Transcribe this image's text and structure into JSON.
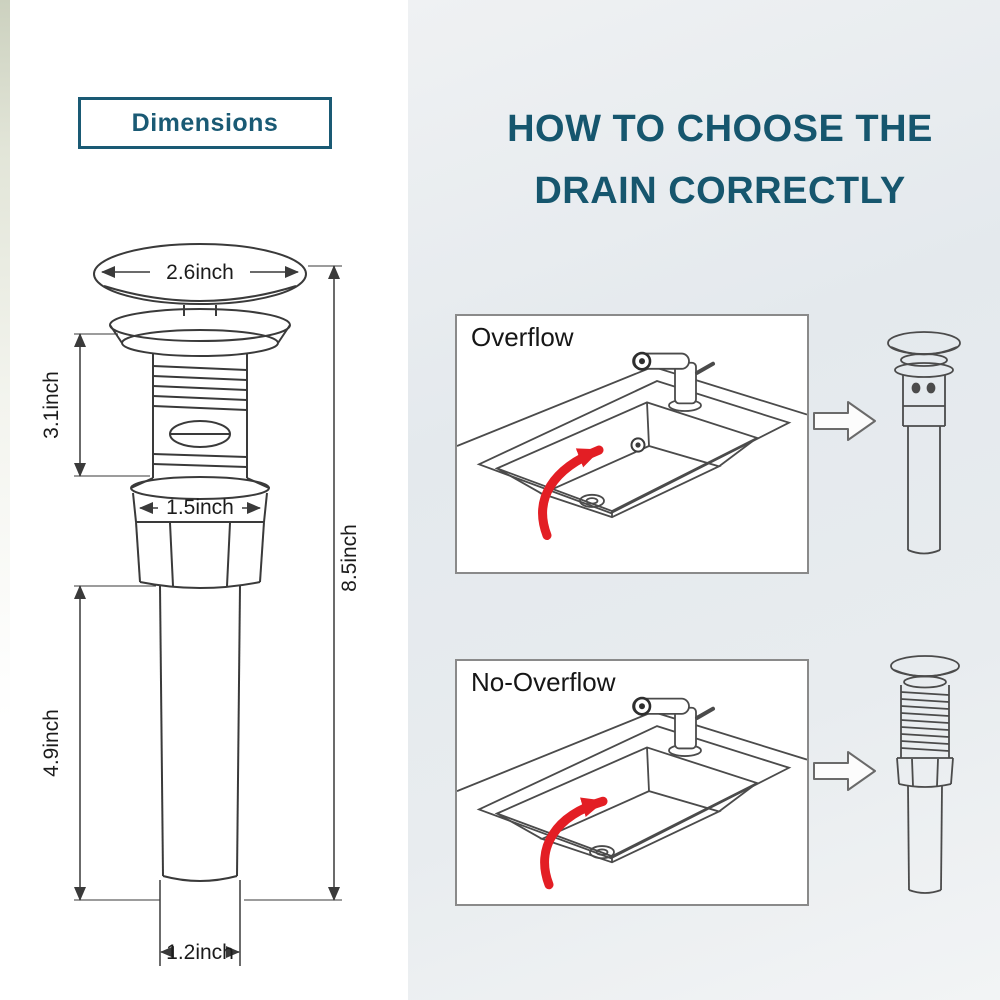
{
  "dimensions_panel": {
    "title": "Dimensions",
    "labels": {
      "cap_width": "2.6inch",
      "upper_height": "3.1inch",
      "body_width": "1.5inch",
      "total_height": "8.5inch",
      "tail_height": "4.9inch",
      "tail_width": "1.2inch"
    }
  },
  "guide_panel": {
    "title_line1": "HOW TO CHOOSE THE",
    "title_line2": "DRAIN CORRECTLY",
    "panels": [
      {
        "label": "Overflow"
      },
      {
        "label": "No-Overflow"
      }
    ]
  },
  "colors": {
    "accent": "#1a5a74",
    "arrow_red": "#e31e24",
    "line_art": "#4b4b4b"
  }
}
